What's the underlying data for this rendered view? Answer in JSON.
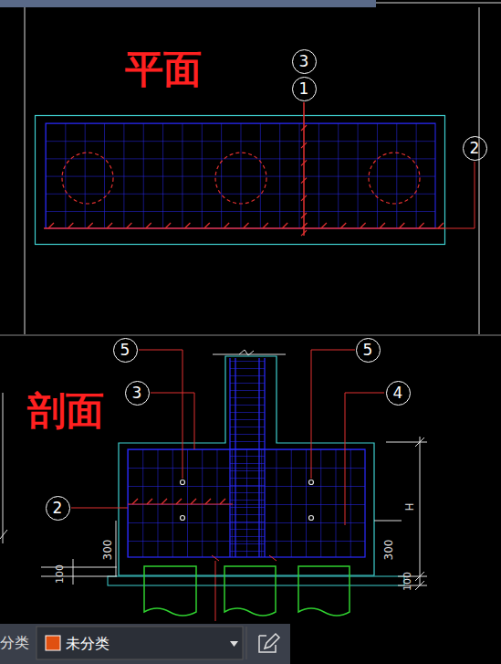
{
  "diagram": {
    "nodes": [
      {
        "text": [
          "3"
        ]
      },
      {
        "text": [
          "1"
        ]
      },
      {
        "text": [
          "2"
        ]
      },
      {
        "text": [
          "5"
        ]
      },
      {
        "text": [
          "5"
        ]
      },
      {
        "text": [
          "3"
        ]
      },
      {
        "text": [
          "4"
        ]
      },
      {
        "text": [
          "2"
        ]
      },
      {
        "text": [
          "未分类"
        ]
      }
    ],
    "labels": [
      "平面",
      "剖面",
      "H",
      "300",
      "100",
      "300",
      "100",
      "分类"
    ]
  }
}
